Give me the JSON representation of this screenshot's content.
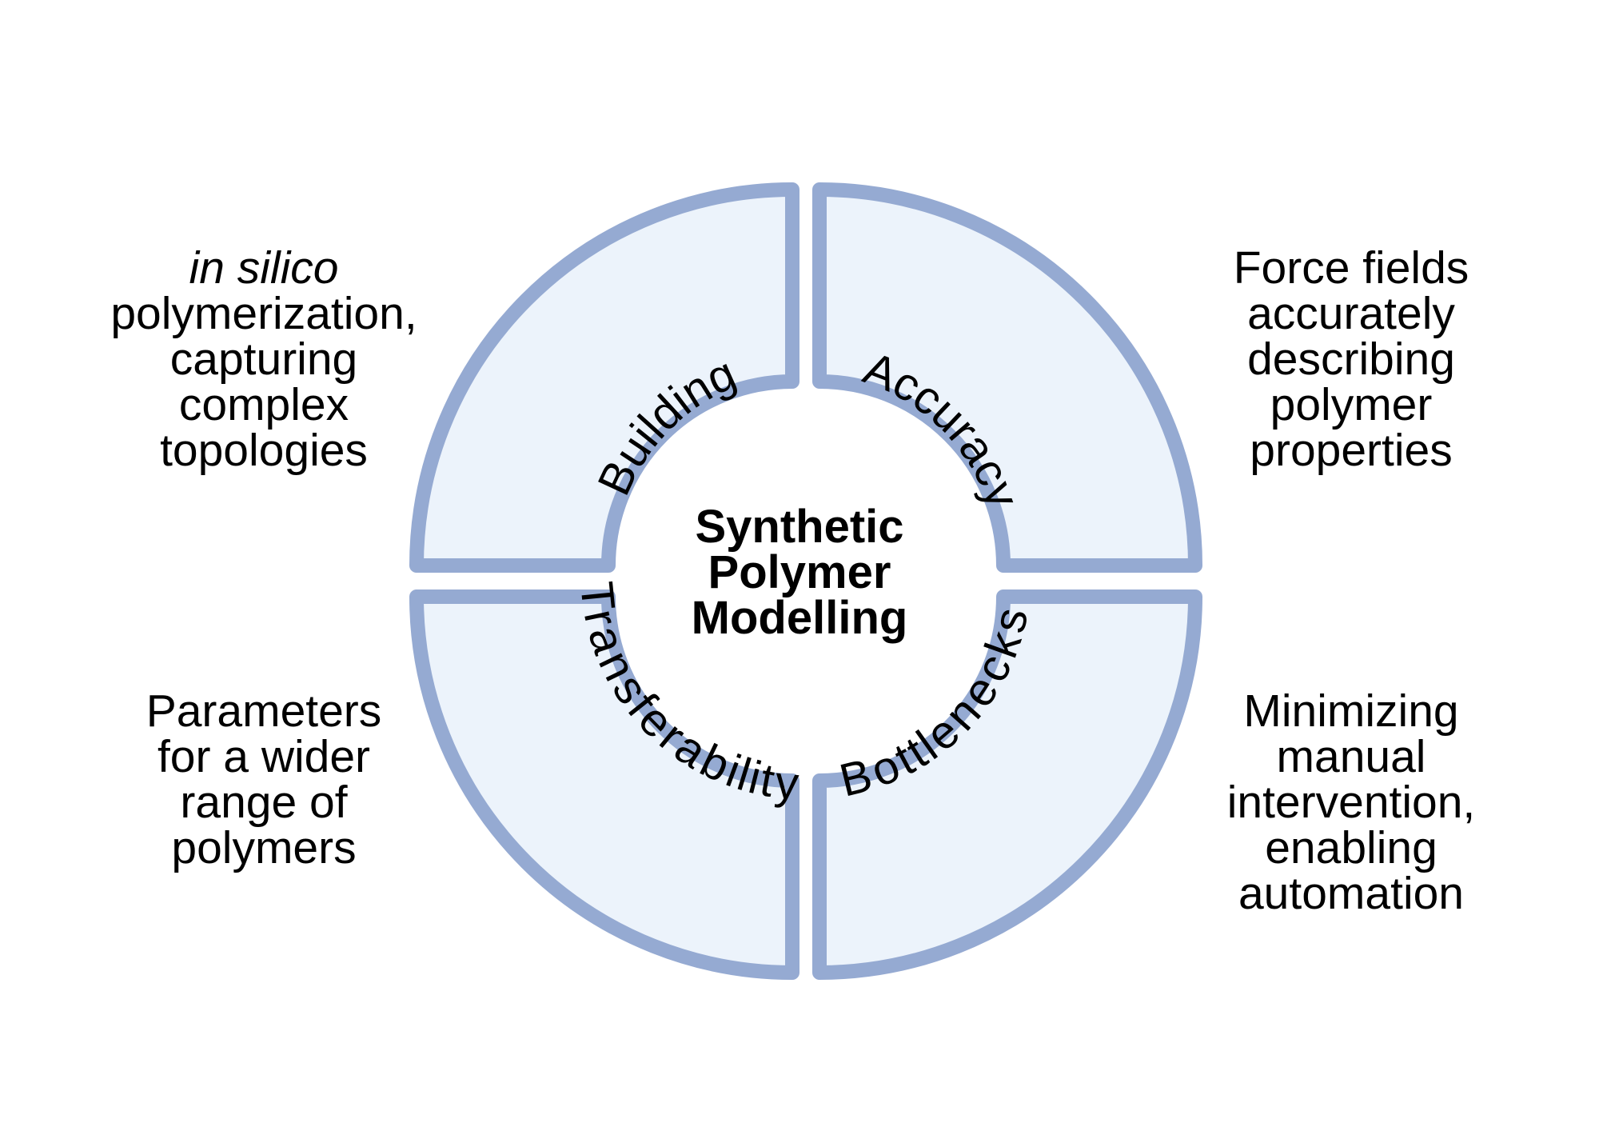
{
  "segments": [
    {
      "id": "building",
      "label": "Building"
    },
    {
      "id": "accuracy",
      "label": "Accuracy"
    },
    {
      "id": "transferability",
      "label": "Transferability"
    },
    {
      "id": "bottlenecks",
      "label": "Bottlenecks"
    }
  ],
  "center": {
    "lines": [
      "Synthetic",
      "Polymer",
      "Modelling"
    ]
  },
  "descriptions": {
    "building": {
      "italic_line": "in silico",
      "lines": [
        "polymerization,",
        "capturing",
        "complex",
        "topologies"
      ]
    },
    "accuracy": {
      "lines": [
        "Force fields",
        "accurately",
        "describing",
        "polymer",
        "properties"
      ]
    },
    "transferability": {
      "lines": [
        "Parameters",
        "for a wider",
        "range of",
        "polymers"
      ]
    },
    "bottlenecks": {
      "lines": [
        "Minimizing",
        "manual",
        "intervention,",
        "enabling",
        "automation"
      ]
    }
  },
  "colors": {
    "segment_fill": "#ecf3fb",
    "segment_stroke": "#95aad2",
    "text": "#000000",
    "background": "#ffffff"
  }
}
